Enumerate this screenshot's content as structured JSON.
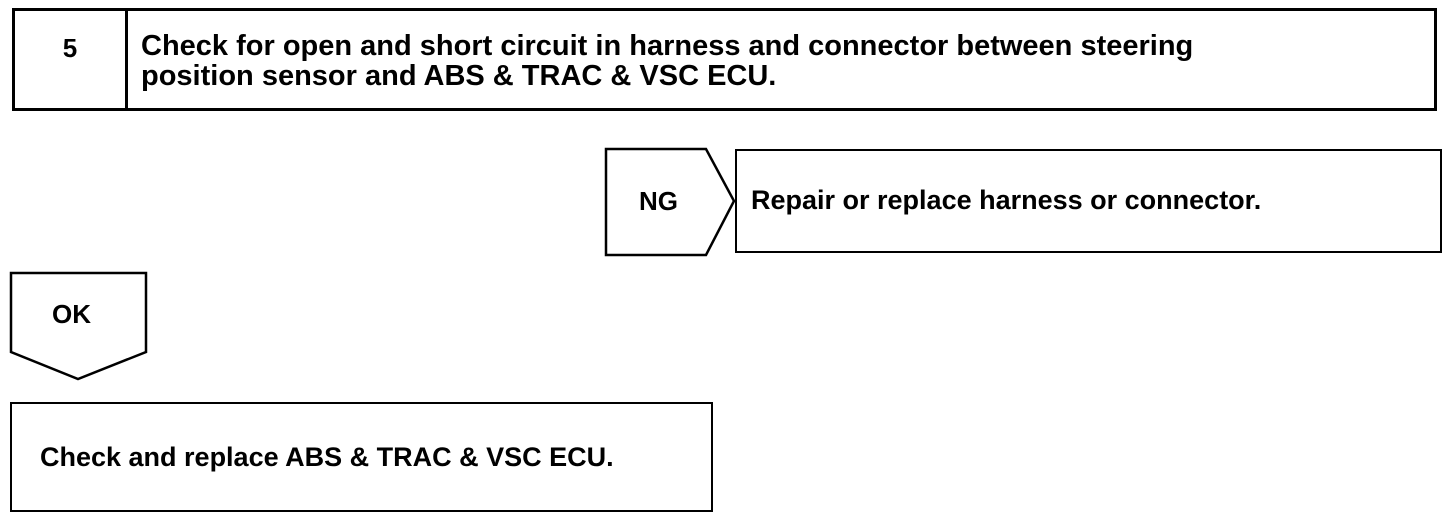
{
  "step": {
    "number": "5",
    "title_line1": "Check for open and short circuit in harness and connector between steering",
    "title_line2": "position sensor and ABS & TRAC & VSC ECU."
  },
  "ng_branch": {
    "label": "NG",
    "action": "Repair or replace harness or connector."
  },
  "ok_branch": {
    "label": "OK"
  },
  "final_step": {
    "action": "Check and replace ABS & TRAC & VSC ECU."
  },
  "colors": {
    "line": "#000000",
    "background": "#ffffff"
  }
}
